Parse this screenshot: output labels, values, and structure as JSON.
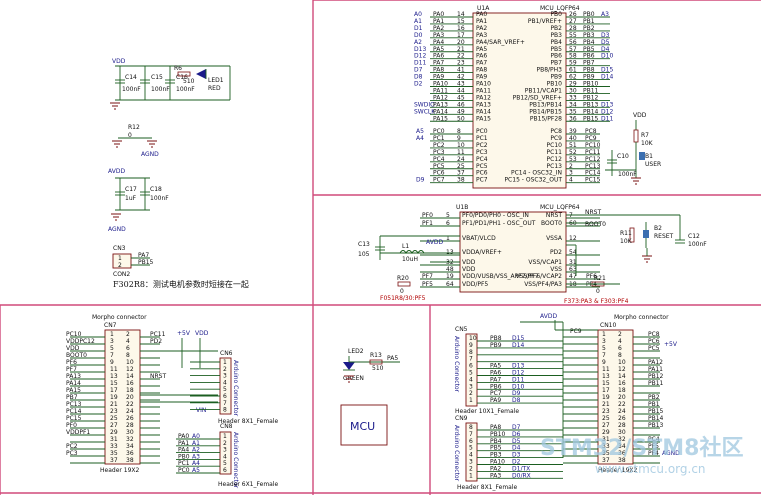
{
  "mcu_a": {
    "title": "MCU_LQFP64",
    "ref": "U1A",
    "left_pins": [
      {
        "sig": "A0",
        "net": "PA0",
        "num": "14",
        "name": "PA0"
      },
      {
        "sig": "A1",
        "net": "PA1",
        "num": "15",
        "name": "PA1"
      },
      {
        "sig": "D1",
        "net": "PA2",
        "num": "16",
        "name": "PA2"
      },
      {
        "sig": "D0",
        "net": "PA3",
        "num": "17",
        "name": "PA3"
      },
      {
        "sig": "A2",
        "net": "PA4",
        "num": "20",
        "name": "PA4/SAR_VREF+"
      },
      {
        "sig": "D13",
        "net": "PA5",
        "num": "21",
        "name": "PA5"
      },
      {
        "sig": "D12",
        "net": "PA6",
        "num": "22",
        "name": "PA6"
      },
      {
        "sig": "D11",
        "net": "PA7",
        "num": "23",
        "name": "PA7"
      },
      {
        "sig": "D7",
        "net": "PA8",
        "num": "41",
        "name": "PA8"
      },
      {
        "sig": "D8",
        "net": "PA9",
        "num": "42",
        "name": "PA9"
      },
      {
        "sig": "D2",
        "net": "PA10",
        "num": "43",
        "name": "PA10"
      },
      {
        "sig": "",
        "net": "PA11",
        "num": "44",
        "name": "PA11"
      },
      {
        "sig": "",
        "net": "PA12",
        "num": "45",
        "name": "PA12"
      },
      {
        "sig": "SWDIO",
        "net": "PA13",
        "num": "46",
        "name": "PA13"
      },
      {
        "sig": "SWCLK",
        "net": "PA14",
        "num": "49",
        "name": "PA14"
      },
      {
        "sig": "",
        "net": "PA15",
        "num": "50",
        "name": "PA15"
      }
    ],
    "right_pins": [
      {
        "name": "PB0",
        "num": "26",
        "net": "PB0",
        "sig": "A3"
      },
      {
        "name": "PB1/VREF+",
        "num": "27",
        "net": "PB1",
        "sig": ""
      },
      {
        "name": "PB2",
        "num": "28",
        "net": "PB2",
        "sig": ""
      },
      {
        "name": "PB3",
        "num": "55",
        "net": "PB3",
        "sig": "D3"
      },
      {
        "name": "PB4",
        "num": "56",
        "net": "PB4",
        "sig": "D5"
      },
      {
        "name": "PB5",
        "num": "57",
        "net": "PB5",
        "sig": "D4"
      },
      {
        "name": "PB6",
        "num": "58",
        "net": "PB6",
        "sig": "D10"
      },
      {
        "name": "PB7",
        "num": "59",
        "net": "PB7",
        "sig": ""
      },
      {
        "name": "PB8/PH3",
        "num": "61",
        "net": "PB8",
        "sig": "D15"
      },
      {
        "name": "PB9",
        "num": "62",
        "net": "PB9",
        "sig": "D14"
      },
      {
        "name": "PB10",
        "num": "29",
        "net": "PB10",
        "sig": ""
      },
      {
        "name": "PB11/VCAP1",
        "num": "30",
        "net": "PB11",
        "sig": ""
      },
      {
        "name": "PB12/SD_VREF+",
        "num": "33",
        "net": "PB12",
        "sig": ""
      },
      {
        "name": "PB13/PB14",
        "num": "34",
        "net": "PB13",
        "sig": "D13"
      },
      {
        "name": "PB14/PB15",
        "num": "35",
        "net": "PB14",
        "sig": "D12"
      },
      {
        "name": "PB15/PF28",
        "num": "36",
        "net": "PB15",
        "sig": "D11"
      }
    ],
    "left_pins_c": [
      {
        "sig": "A5",
        "net": "PC0",
        "num": "8",
        "name": "PC0"
      },
      {
        "sig": "A4",
        "net": "PC1",
        "num": "9",
        "name": "PC1"
      },
      {
        "sig": "",
        "net": "PC2",
        "num": "10",
        "name": "PC2"
      },
      {
        "sig": "",
        "net": "PC3",
        "num": "11",
        "name": "PC3"
      },
      {
        "sig": "",
        "net": "PC4",
        "num": "24",
        "name": "PC4"
      },
      {
        "sig": "",
        "net": "PC5",
        "num": "25",
        "name": "PC5"
      },
      {
        "sig": "",
        "net": "PC6",
        "num": "37",
        "name": "PC6"
      },
      {
        "sig": "D9",
        "net": "PC7",
        "num": "38",
        "name": "PC7"
      }
    ],
    "right_pins_c": [
      {
        "name": "PC8",
        "num": "39",
        "net": "PC8"
      },
      {
        "name": "PC9",
        "num": "40",
        "net": "PC9"
      },
      {
        "name": "PC10",
        "num": "51",
        "net": "PC10"
      },
      {
        "name": "PC11",
        "num": "52",
        "net": "PC11"
      },
      {
        "name": "PC12",
        "num": "53",
        "net": "PC12"
      },
      {
        "name": "PC13",
        "num": "2",
        "net": "PC13"
      },
      {
        "name": "PC14 - OSC32_IN",
        "num": "3",
        "net": "PC14"
      },
      {
        "name": "PC15 - OSC32_OUT",
        "num": "4",
        "net": "PC15"
      }
    ]
  },
  "mcu_b": {
    "title": "MCU_LQFP64",
    "ref": "U1B",
    "left_pins": [
      {
        "net": "PF0",
        "num": "5",
        "name": "PF0/PD0/PH0 - OSC_IN"
      },
      {
        "net": "PF1",
        "num": "6",
        "name": "PF1/PD1/PH1 - OSC_OUT"
      },
      {
        "net": "",
        "num": "1",
        "name": "VBAT/VLCD"
      },
      {
        "net": "",
        "num": "13",
        "name": "VDDA/VREF+"
      },
      {
        "net": "",
        "num": "32",
        "name": "VDD"
      },
      {
        "net": "",
        "num": "48",
        "name": "VDD"
      },
      {
        "net": "PF7",
        "num": "19",
        "name": "VDD/VUSB/VSS_APF7/PF7"
      },
      {
        "net": "PF5",
        "num": "64",
        "name": "VDD/PF5"
      }
    ],
    "right_pins": [
      {
        "name": "NRST",
        "num": "7",
        "net": "NRST"
      },
      {
        "name": "BOOT0",
        "num": "60",
        "net": "BOOT0"
      },
      {
        "name": "VSSA",
        "num": "12",
        "net": ""
      },
      {
        "name": "PD2",
        "num": "54",
        "net": ""
      },
      {
        "name": "VSS/VCAP1",
        "num": "31",
        "net": ""
      },
      {
        "name": "VSS",
        "num": "63",
        "net": ""
      },
      {
        "name": "VSS/PF6/VCAP2",
        "num": "47",
        "net": "PF6"
      },
      {
        "name": "VSS/PF4/PA3",
        "num": "18",
        "net": "PF4"
      }
    ],
    "note_left": "F051R8/30:PF5",
    "note_right": "F373:PA3 & F303:PF4"
  },
  "power": {
    "vdd": "VDD",
    "avdd": "AVDD",
    "agnd": "AGND",
    "c14": "C14",
    "c14v": "100nF",
    "c15": "C15",
    "c15v": "100nF",
    "c16": "C16",
    "c16v": "100nF",
    "r6": "R6",
    "r6v": "510",
    "led1": "LED1",
    "led1c": "RED",
    "r12": "R12",
    "r12v": "0",
    "c17": "C17",
    "c17v": "1uF",
    "c18": "C18",
    "c18v": "100nF"
  },
  "cn3": {
    "ref": "CN3",
    "name": "CON2",
    "pin1": "1",
    "pin2": "2",
    "net1": "PA7",
    "net2": "PB15"
  },
  "note": "F302R8：测试电机参数时短接在一起",
  "userbtn": {
    "r": "R7",
    "rv": "10K",
    "c": "C10",
    "cv": "100nF",
    "b": "B1",
    "bn": "USER",
    "net": "PC13"
  },
  "reset": {
    "r": "R11",
    "rv": "10K",
    "b": "B2",
    "bn": "RESET",
    "c": "C12",
    "cv": "100nF",
    "nrst": "NRST",
    "boot": "BOOT0"
  },
  "u1b_misc": {
    "c13": "C13",
    "c13v": "105",
    "l1": "L1",
    "l1v": "10uH",
    "avdd": "AVDD",
    "vdd": "VDD",
    "r20": "R20",
    "r20v": "0",
    "r21": "R21",
    "r21v": "0",
    "pf5": "PF5",
    "pf7": "PF7",
    "pf4": "PF4",
    "pf6": "PF6"
  },
  "morpho_left": {
    "title": "Morpho connector",
    "ref": "CN7",
    "footer": "Header 19X2",
    "rows": [
      {
        "l": "PC10",
        "a": "1",
        "b": "2",
        "r": "PC11"
      },
      {
        "l": "VDDPC12",
        "a": "3",
        "b": "4",
        "r": "PD2"
      },
      {
        "l": "VDD",
        "a": "5",
        "b": "6",
        "r": ""
      },
      {
        "l": "BOOT0",
        "a": "7",
        "b": "8",
        "r": ""
      },
      {
        "l": "PF6",
        "a": "9",
        "b": "10",
        "r": ""
      },
      {
        "l": "PF7",
        "a": "11",
        "b": "12",
        "r": ""
      },
      {
        "l": "PA13",
        "a": "13",
        "b": "14",
        "r": "NRST"
      },
      {
        "l": "PA14",
        "a": "15",
        "b": "16",
        "r": ""
      },
      {
        "l": "PA15",
        "a": "17",
        "b": "18",
        "r": ""
      },
      {
        "l": "PB7",
        "a": "19",
        "b": "20",
        "r": ""
      },
      {
        "l": "PC13",
        "a": "21",
        "b": "22",
        "r": ""
      },
      {
        "l": "PC14",
        "a": "23",
        "b": "24",
        "r": ""
      },
      {
        "l": "PC15",
        "a": "25",
        "b": "26",
        "r": ""
      },
      {
        "l": "PF0",
        "a": "27",
        "b": "28",
        "r": ""
      },
      {
        "l": "VDDPF1",
        "a": "29",
        "b": "30",
        "r": ""
      },
      {
        "l": "",
        "a": "31",
        "b": "32",
        "r": ""
      },
      {
        "l": "PC2",
        "a": "33",
        "b": "34",
        "r": ""
      },
      {
        "l": "PC3",
        "a": "35",
        "b": "36",
        "r": ""
      },
      {
        "l": "",
        "a": "37",
        "b": "38",
        "r": ""
      }
    ],
    "vin": "VIN",
    "v5": "+5V",
    "vdd": "VDD"
  },
  "arduino_left": {
    "cn6": "CN6",
    "cn6_name": "Arduino Connector",
    "cn6_footer": "Header 8X1_Female",
    "cn8": "CN8",
    "cn8_name": "Arduino Connector",
    "cn8_footer": "Header 6X1_Female",
    "cn8_rows": [
      {
        "net": "PA0",
        "sig": "A0",
        "num": "1"
      },
      {
        "net": "PA1",
        "sig": "A1",
        "num": "2"
      },
      {
        "net": "PA4",
        "sig": "A2",
        "num": "3"
      },
      {
        "net": "PB0",
        "sig": "A3",
        "num": "4"
      },
      {
        "net": "PC1",
        "sig": "A4",
        "num": "5"
      },
      {
        "net": "PC0",
        "sig": "A5",
        "num": "6"
      }
    ]
  },
  "led2": {
    "ref": "LED2",
    "color": "GREEN",
    "r": "R13",
    "rv": "510",
    "net": "PA5"
  },
  "mcu_box": "MCU",
  "morpho_right": {
    "title": "Morpho connector",
    "ref": "CN10",
    "footer": "Header 19X2",
    "avdd": "AVDD",
    "v5": "+5V",
    "agnd": "AGND",
    "pc9": "PC9",
    "right_nets": [
      "PC8",
      "PC6",
      "PC5",
      "",
      "PA12",
      "PA11",
      "PB12",
      "PB11",
      "",
      "PB2",
      "PB1",
      "PB15",
      "PB14",
      "PB13",
      "",
      "PC4",
      "PF5",
      "PF4",
      ""
    ]
  },
  "cn5": {
    "ref": "CN5",
    "name": "Arduino Connector",
    "footer": "Header 10X1_Female",
    "rows": [
      {
        "net": "PB8",
        "sig": "D15",
        "num": "10"
      },
      {
        "net": "PB9",
        "sig": "D14",
        "num": "9"
      },
      {
        "net": "",
        "sig": "",
        "num": "8"
      },
      {
        "net": "",
        "sig": "",
        "num": "7"
      },
      {
        "net": "PA5",
        "sig": "D13",
        "num": "6"
      },
      {
        "net": "PA6",
        "sig": "D12",
        "num": "5"
      },
      {
        "net": "PA7",
        "sig": "D11",
        "num": "4"
      },
      {
        "net": "PB6",
        "sig": "D10",
        "num": "3"
      },
      {
        "net": "PC7",
        "sig": "D9",
        "num": "2"
      },
      {
        "net": "PA9",
        "sig": "D8",
        "num": "1"
      }
    ]
  },
  "cn9": {
    "ref": "CN9",
    "name": "Arduino Connector",
    "footer": "Header 8X1_Female",
    "rows": [
      {
        "net": "PA8",
        "sig": "D7",
        "num": "8"
      },
      {
        "net": "PB10",
        "sig": "D6",
        "num": "7"
      },
      {
        "net": "PB4",
        "sig": "D5",
        "num": "6"
      },
      {
        "net": "PB5",
        "sig": "D4",
        "num": "5"
      },
      {
        "net": "PB3",
        "sig": "D3",
        "num": "4"
      },
      {
        "net": "PA10",
        "sig": "D2",
        "num": "3"
      },
      {
        "net": "PA2",
        "sig": "D1/TX",
        "num": "2"
      },
      {
        "net": "PA3",
        "sig": "D0/RX",
        "num": "1"
      }
    ]
  },
  "watermark": {
    "main": "STM32/STM8社区",
    "sub": "www.stmcu.org.cn"
  }
}
